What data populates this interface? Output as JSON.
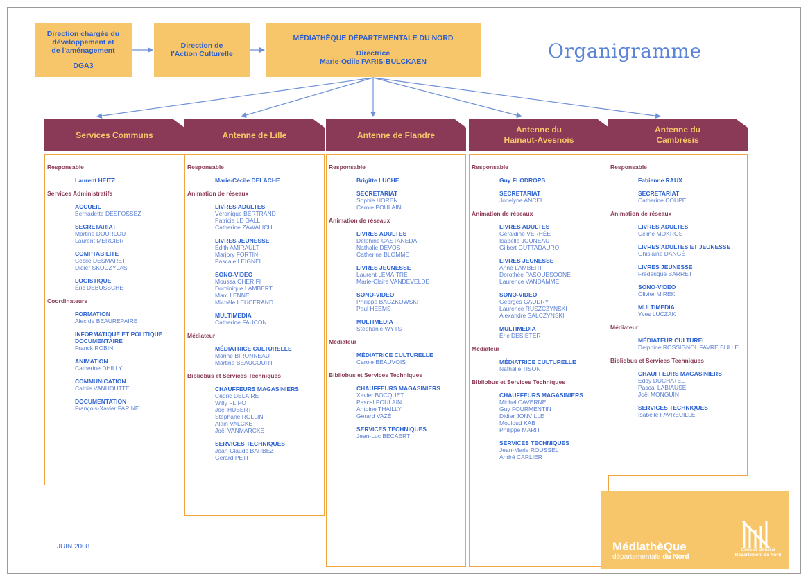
{
  "title": "Organigramme",
  "date": "JUIN 2008",
  "top_boxes": [
    {
      "lines": [
        "Direction chargée du",
        "développement et",
        "de l'aménagement",
        "",
        "DGA3"
      ]
    },
    {
      "lines": [
        "Direction de",
        "l'Action Culturelle"
      ]
    },
    {
      "lines": [
        "MÉDIATHÈQUE DÉPARTEMENTALE DU NORD",
        "",
        "Directrice",
        "Marie-Odile PARIS-BULCKAEN"
      ]
    }
  ],
  "columns": [
    {
      "header": [
        "Services Communs"
      ],
      "sections": [
        {
          "title": "Responsable",
          "entries": [
            {
              "lead": "Laurent HEITZ"
            }
          ]
        },
        {
          "title": "Services Administratifs",
          "entries": [
            {
              "role": "ACCUEIL",
              "people": [
                "Bernadette DESFOSSEZ"
              ]
            },
            {
              "role": "SECRETARIAT",
              "people": [
                "Martine DOURLOU",
                "Laurent MERCIER"
              ]
            },
            {
              "role": "COMPTABILITE",
              "people": [
                "Cécile DESMARET",
                "Didier SKOCZYLAS"
              ]
            },
            {
              "role": "LOGISTIQUE",
              "people": [
                "Éric DEBUSSCHE"
              ]
            }
          ]
        },
        {
          "title": "Coordinateurs",
          "entries": [
            {
              "role": "FORMATION",
              "people": [
                "Alec de BEAUREPAIRE"
              ]
            },
            {
              "role": "INFORMATIQUE ET POLITIQUE DOCUMENTAIRE",
              "people": [
                "Franck ROBIN"
              ]
            },
            {
              "role": "ANIMATION",
              "people": [
                "Catherine DHILLY"
              ]
            },
            {
              "role": "COMMUNICATION",
              "people": [
                "Cathie VANHOUTTE"
              ]
            },
            {
              "role": "DOCUMENTATION",
              "people": [
                "François-Xavier FARINE"
              ]
            }
          ]
        }
      ]
    },
    {
      "header": [
        "Antenne de Lille"
      ],
      "sections": [
        {
          "title": "Responsable",
          "entries": [
            {
              "lead": "Marie-Cécile DELACHE"
            }
          ]
        },
        {
          "title": "Animation de réseaux",
          "entries": [
            {
              "role": "LIVRES ADULTES",
              "people": [
                "Véronique BERTRAND",
                "Patricia LE GALL",
                "Catherine ZAWALICH"
              ]
            },
            {
              "role": "LIVRES JEUNESSE",
              "people": [
                "Édith AMIRAULT",
                "Marjory FORTIN",
                "Pascale LEIGNEL"
              ]
            },
            {
              "role": "SONO-VIDEO",
              "people": [
                "Moussa CHERIFI",
                "Dominique LAMBERT",
                "Marc LENNE",
                "Michèle LEUCÉRAND"
              ]
            },
            {
              "role": "MULTIMEDIA",
              "people": [
                "Catherine FAUCON"
              ]
            }
          ]
        },
        {
          "title": "Médiateur",
          "entries": [
            {
              "role": "MÉDIATRICE CULTURELLE",
              "people": [
                "Marine BIRONNEAU",
                "Martine BEAUCOURT"
              ]
            }
          ]
        },
        {
          "title": "Bibliobus et Services Techniques",
          "entries": [
            {
              "role": "CHAUFFEURS MAGASINIERS",
              "people": [
                "Cédric DELAIRE",
                "Willy FLIPO",
                "Joël HUBERT",
                "Stéphane ROLLIN",
                "Alain VALCKE",
                "Joël VANMARCKE"
              ]
            },
            {
              "role": "SERVICES TECHNIQUES",
              "people": [
                "Jean-Claude BARBEZ",
                "Gérard PETIT"
              ]
            }
          ]
        }
      ]
    },
    {
      "header": [
        "Antenne de Flandre"
      ],
      "sections": [
        {
          "title": "Responsable",
          "entries": [
            {
              "lead": "Brigitte LUCHE"
            },
            {
              "role": "SECRETARIAT",
              "people": [
                "Sophie HOREN",
                "Carole POULAIN"
              ]
            }
          ]
        },
        {
          "title": "Animation de réseaux",
          "entries": [
            {
              "role": "LIVRES ADULTES",
              "people": [
                "Delphine CASTANEDA",
                "Nathalie DEVOS",
                "Catherine BLOMME"
              ]
            },
            {
              "role": "LIVRES JEUNESSE",
              "people": [
                "Laurent LEMAITRE",
                "Marie-Claire VANDEVELDE"
              ]
            },
            {
              "role": "SONO-VIDEO",
              "people": [
                "Philippe BACZKOWSKI",
                "Paul HEEMS"
              ]
            },
            {
              "role": "MULTIMEDIA",
              "people": [
                "Stéphanie WYTS"
              ]
            }
          ]
        },
        {
          "title": "Médiateur",
          "entries": [
            {
              "role": "MÉDIATRICE CULTURELLE",
              "people": [
                "Carole BEAUVOIS"
              ]
            }
          ]
        },
        {
          "title": "Bibliobus et Services Techniques",
          "entries": [
            {
              "role": "CHAUFFEURS MAGASINIERS",
              "people": [
                "Xavier BOCQUET",
                "Pascal POULAIN",
                "Antoine THAILLY",
                "Gérard VAZÉ"
              ]
            },
            {
              "role": "SERVICES TECHNIQUES",
              "people": [
                "Jean-Luc BECAERT"
              ]
            }
          ]
        }
      ]
    },
    {
      "header": [
        "Antenne du",
        "Hainaut-Avesnois"
      ],
      "sections": [
        {
          "title": "Responsable",
          "entries": [
            {
              "lead": "Guy FLODROPS"
            },
            {
              "role": "SECRETARIAT",
              "people": [
                "Jocelyne ANCEL"
              ]
            }
          ]
        },
        {
          "title": "Animation de réseaux",
          "entries": [
            {
              "role": "LIVRES ADULTES",
              "people": [
                "Géraldine VERHÉE",
                "Isabelle JOUNEAU",
                "Gilbert GUTTADAURO"
              ]
            },
            {
              "role": "LIVRES JEUNESSE",
              "people": [
                "Anne LAMBERT",
                "Dorothée PASQUESOONE",
                "Laurence VANDAMME"
              ]
            },
            {
              "role": "SONO-VIDEO",
              "people": [
                "Georges GAUDRY",
                "Laurence RUSZCZYNSKI",
                "Alexandre SALCZYNSKI"
              ]
            },
            {
              "role": "MULTIMEDIA",
              "people": [
                "Éric DESIETER"
              ]
            }
          ]
        },
        {
          "title": "Médiateur",
          "entries": [
            {
              "role": "MÉDIATRICE CULTURELLE",
              "people": [
                "Nathalie TISON"
              ]
            }
          ]
        },
        {
          "title": "Bibliobus et Services Techniques",
          "entries": [
            {
              "role": "CHAUFFEURS MAGASINIERS",
              "people": [
                "Michel CAVERNE",
                "Guy FOURMENTIN",
                "Didier JONVILLE",
                "Mouloud KAB",
                "Philippe MARIT"
              ]
            },
            {
              "role": "SERVICES TECHNIQUES",
              "people": [
                "Jean-Marie ROUSSEL",
                "André CARLIER"
              ]
            }
          ]
        }
      ]
    },
    {
      "header": [
        "Antenne du",
        "Cambrésis"
      ],
      "sections": [
        {
          "title": "Responsable",
          "entries": [
            {
              "lead": "Fabienne RAUX"
            },
            {
              "role": "SECRETARIAT",
              "people": [
                "Catherine COUPÉ"
              ]
            }
          ]
        },
        {
          "title": "Animation de réseaux",
          "entries": [
            {
              "role": "LIVRES ADULTES",
              "people": [
                "Céline MOKROS"
              ]
            },
            {
              "role": "LIVRES ADULTES ET JEUNESSE",
              "people": [
                "Ghislaine DANGÉ"
              ]
            },
            {
              "role": "LIVRES JEUNESSE",
              "people": [
                "Frédérique BARRET"
              ]
            },
            {
              "role": "SONO-VIDEO",
              "people": [
                "Olivier MIREK"
              ]
            },
            {
              "role": "MULTIMEDIA",
              "people": [
                "Yves LUCZAK"
              ]
            }
          ]
        },
        {
          "title": "Médiateur",
          "entries": [
            {
              "role": "MÉDIATEUR CULTUREL",
              "people": [
                "Delphine ROSSIGNOL FAVRE BULLE"
              ]
            }
          ]
        },
        {
          "title": "Bibliobus et Services Techniques",
          "entries": [
            {
              "role": "CHAUFFEURS MAGASINIERS",
              "people": [
                "Eddy DUCHATEL",
                "Pascal LABIAUSE",
                "Joël MONGUIN"
              ]
            },
            {
              "role": "SERVICES TECHNIQUES",
              "people": [
                "Isabelle FAVREUILLE"
              ]
            }
          ]
        }
      ]
    }
  ],
  "logo": {
    "name_pre": "Média",
    "name_post": "thèQue",
    "sub_pre": "départementale",
    "sub_bold": "du Nord",
    "cg_line1": "Conseil Général",
    "cg_line2": "Département du Nord"
  },
  "colors": {
    "box_fill": "#f7c66a",
    "box_text": "#2f5ec9",
    "header_fill": "#8a3a56",
    "header_text": "#f6c46a",
    "body_border": "#f0a540",
    "section_title": "#8a3a56",
    "entry_text": "#2e63cf",
    "connector": "#6c8fd6"
  }
}
